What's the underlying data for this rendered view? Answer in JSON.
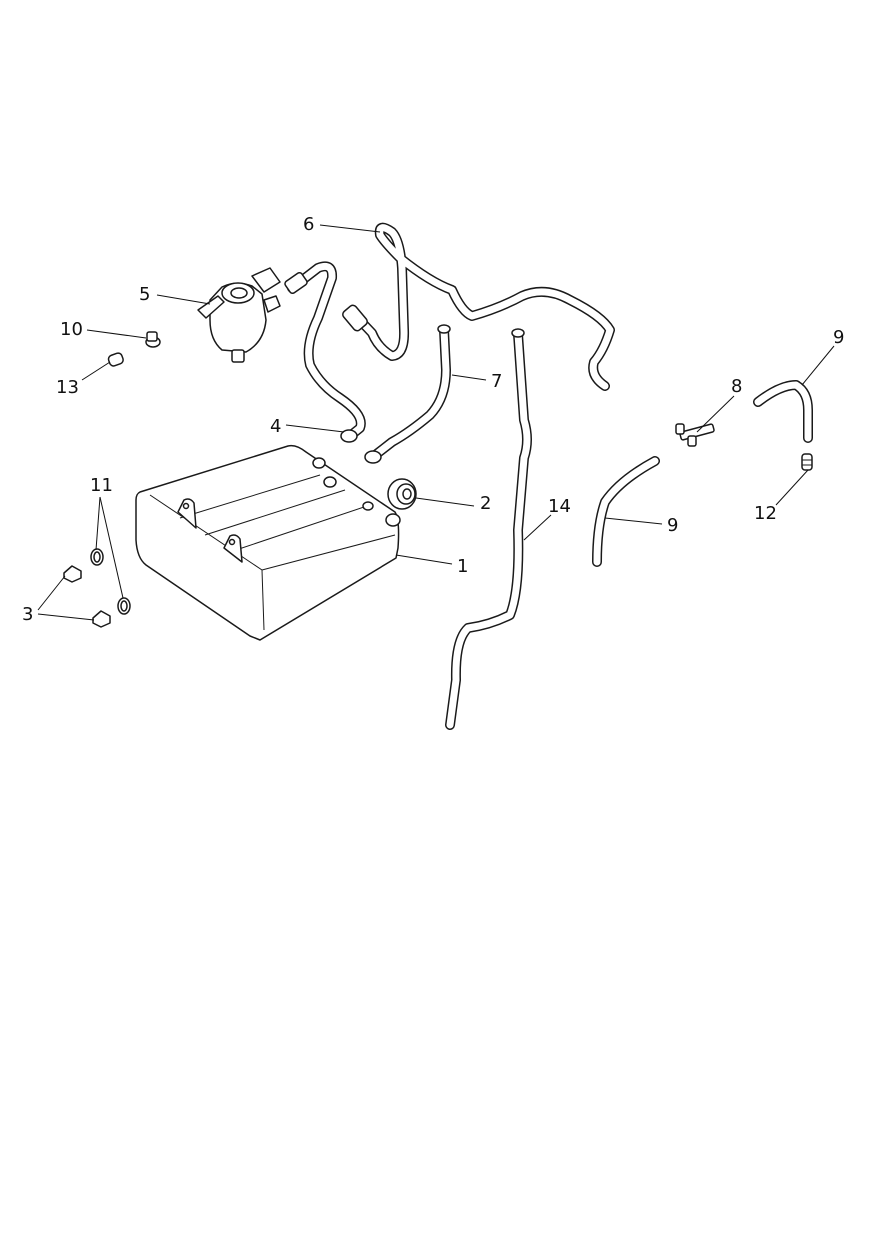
{
  "diagram": {
    "callouts": {
      "c1": "1",
      "c2": "2",
      "c3": "3",
      "c4": "4",
      "c5": "5",
      "c6": "6",
      "c7": "7",
      "c8": "8",
      "c9a": "9",
      "c9b": "9",
      "c10": "10",
      "c11": "11",
      "c12": "12",
      "c13": "13",
      "c14": "14"
    },
    "colors": {
      "line": "#1a1a1a",
      "background": "#ffffff"
    }
  }
}
